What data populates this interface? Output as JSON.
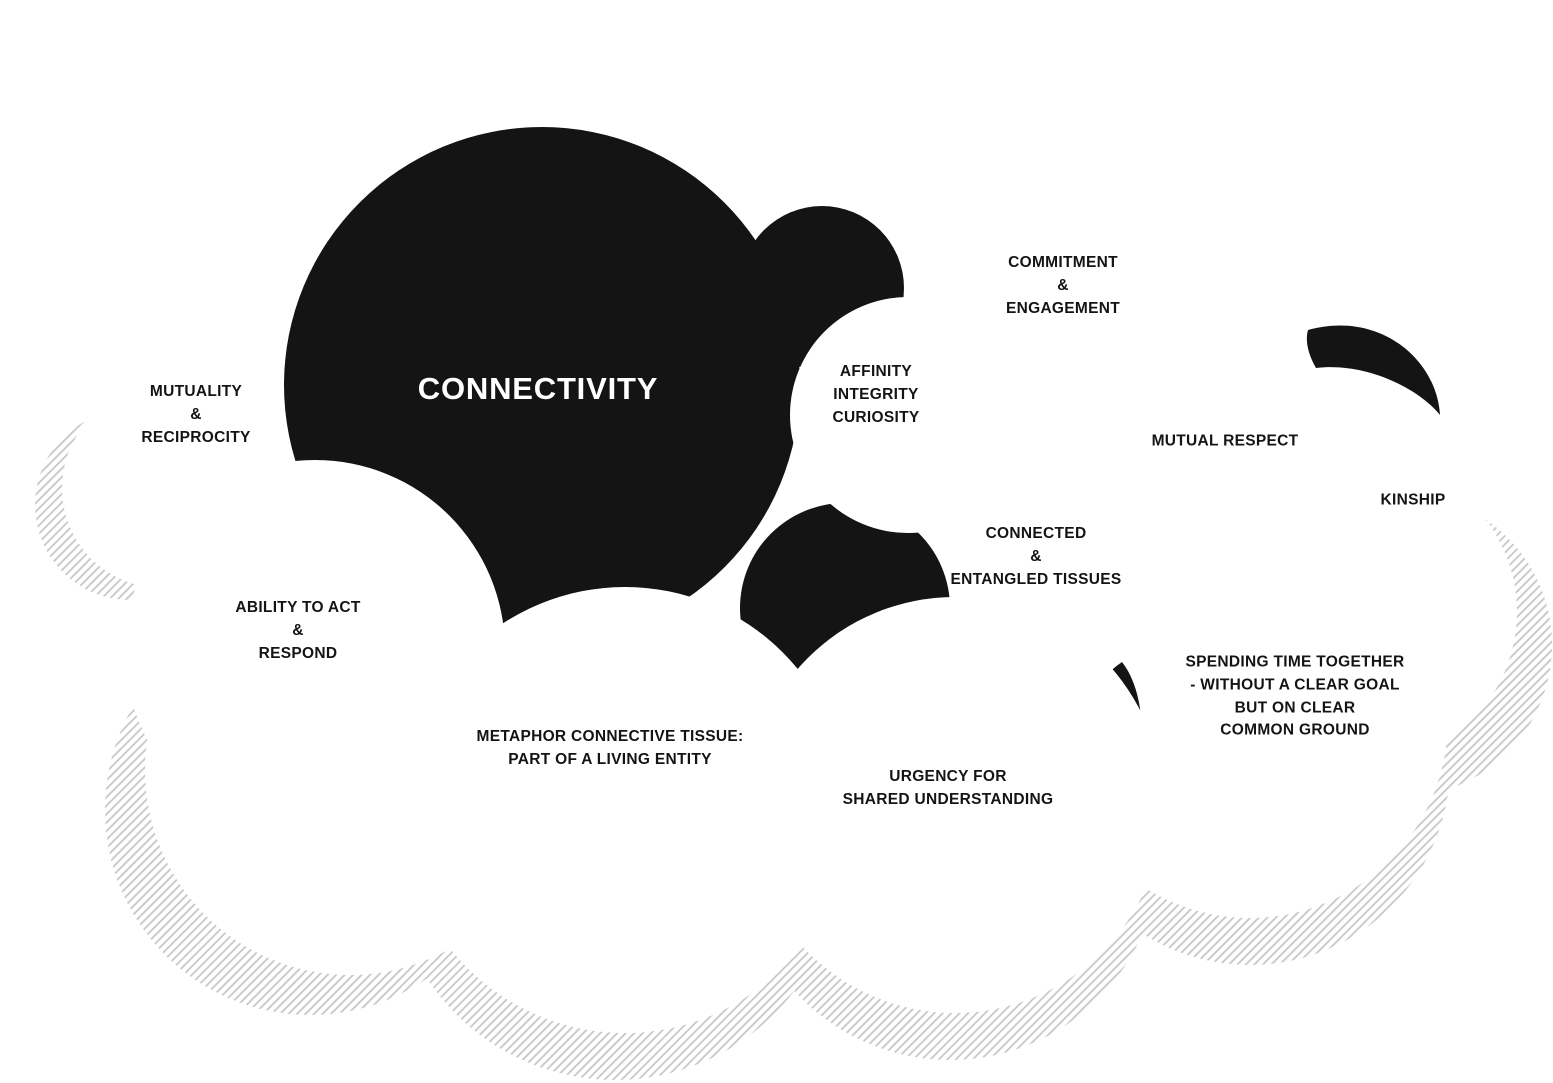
{
  "colors": {
    "ink": "#141414",
    "paper": "#ffffff",
    "hatch": "#c7c7c7"
  },
  "diagram": {
    "labels": {
      "connectivity": {
        "text": "CONNECTIVITY"
      },
      "mutuality": {
        "text": "MUTUALITY\n&\nRECIPROCITY"
      },
      "affinity": {
        "text": "AFFINITY\nINTEGRITY\nCURIOSITY"
      },
      "commitment": {
        "text": "COMMITMENT\n&\nENGAGEMENT"
      },
      "mutual_respect": {
        "text": "MUTUAL RESPECT"
      },
      "kinship": {
        "text": "KINSHIP"
      },
      "connected": {
        "text": "CONNECTED\n&\nENTANGLED TISSUES"
      },
      "ability": {
        "text": "ABILITY TO ACT\n&\nRESPOND"
      },
      "spending": {
        "text": "SPENDING TIME TOGETHER\n- WITHOUT A CLEAR GOAL\nBUT ON CLEAR\nCOMMON GROUND"
      },
      "metaphor": {
        "text": "METAPHOR CONNECTIVE TISSUE:\nPART OF A LIVING ENTITY"
      },
      "urgency": {
        "text": "URGENCY FOR\nSHARED UNDERSTANDING"
      }
    }
  }
}
